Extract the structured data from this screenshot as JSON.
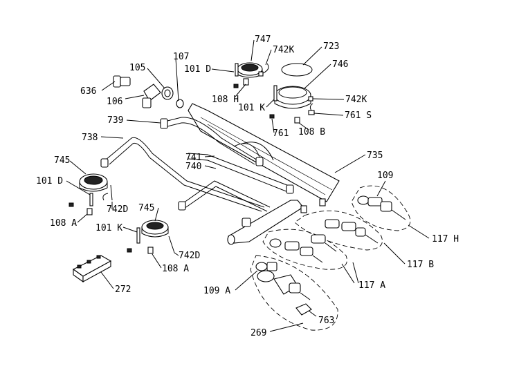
{
  "labels": {
    "l636": "636",
    "l105": "105",
    "l107": "107",
    "l106": "106",
    "l101d_top": "101 D",
    "l747": "747",
    "l742k_top": "742K",
    "l723": "723",
    "l746": "746",
    "l108h": "108 H",
    "l101k_right": "101 K",
    "l742k_right": "742K",
    "l761s": "761 S",
    "l761": "761",
    "l108b": "108 B",
    "l739": "739",
    "l738": "738",
    "l735": "735",
    "l741": "741",
    "l740": "740",
    "l745_left": "745",
    "l101d_left": "101 D",
    "l742d_left": "742D",
    "l108a_left": "108 A",
    "l745_mid": "745",
    "l101k_mid": "101 K",
    "l742d_mid": "742D",
    "l108a_mid": "108 A",
    "l272": "272",
    "l109": "109",
    "l117h": "117 H",
    "l117b": "117 B",
    "l117a": "117 A",
    "l109a": "109 A",
    "l763": "763",
    "l269": "269"
  }
}
